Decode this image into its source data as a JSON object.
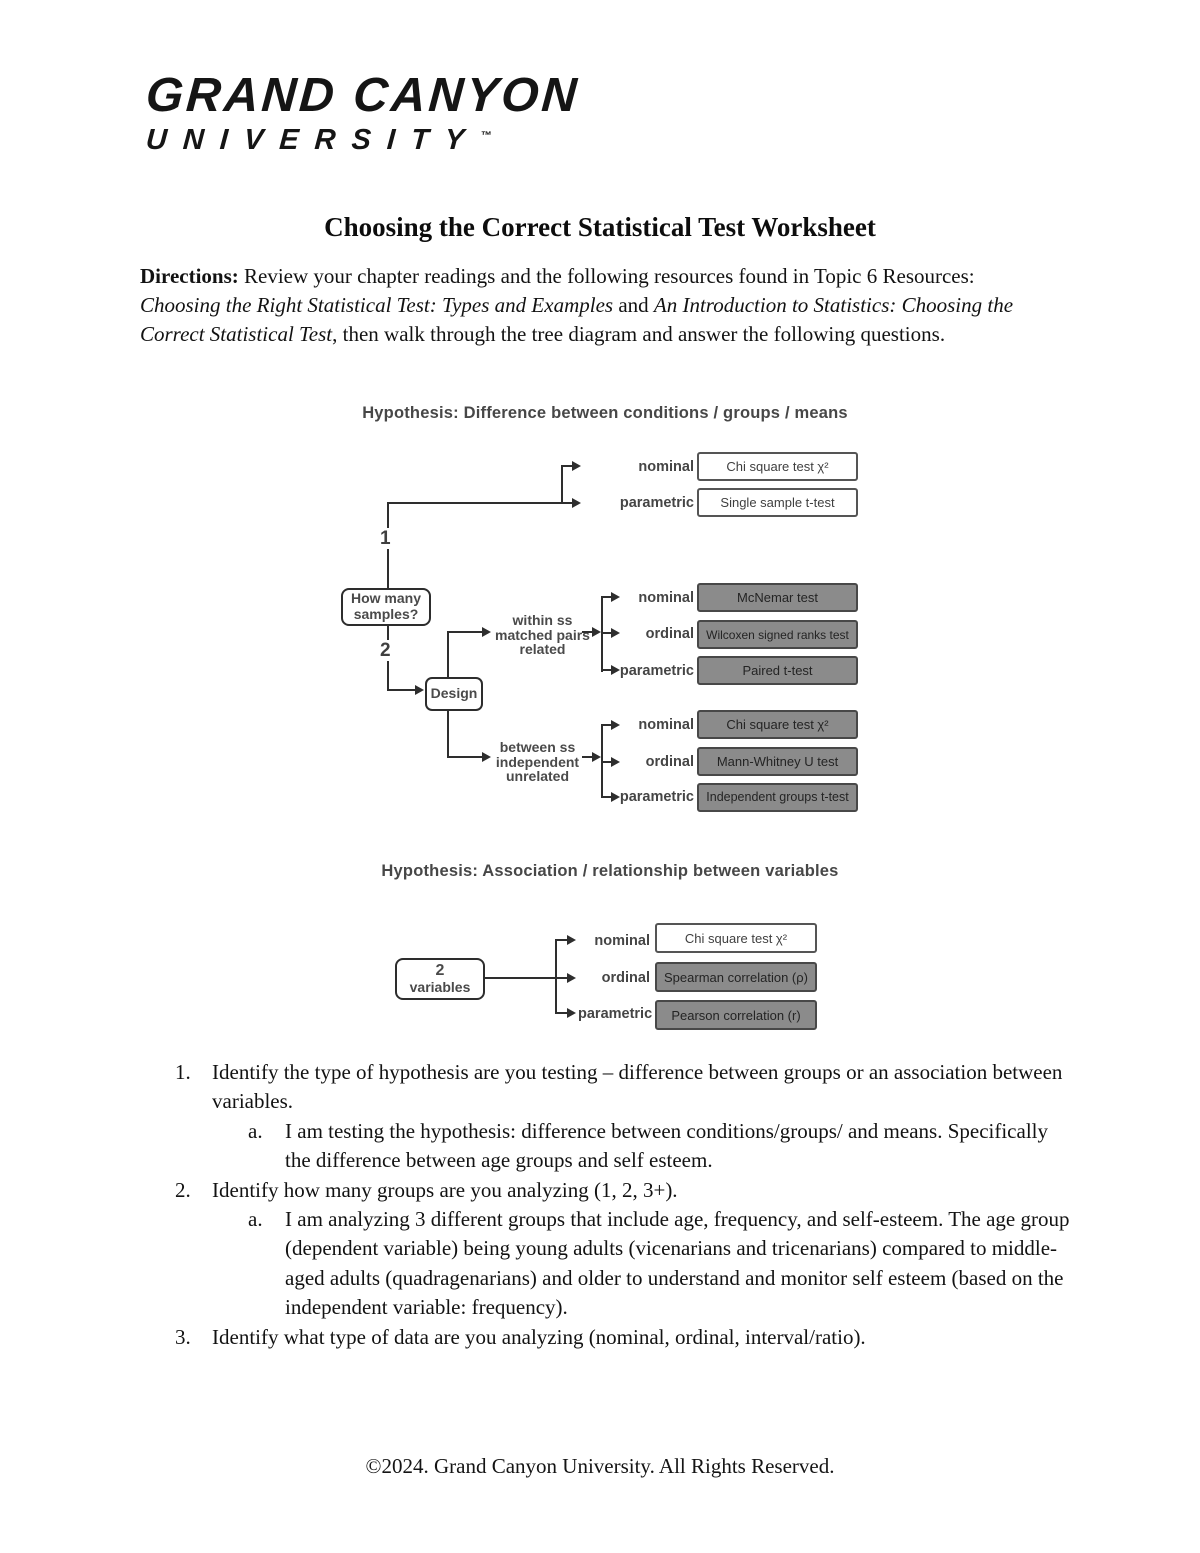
{
  "logo": {
    "line1": "GRAND CANYON",
    "line2": "UNIVERSITY",
    "tm": "™"
  },
  "title": "Choosing the Correct Statistical Test Worksheet",
  "directions": {
    "label": "Directions:",
    "part1": " Review your chapter readings and the following resources found in Topic 6 Resources: ",
    "italic1": "Choosing the Right Statistical Test: Types and Examples",
    "part2": " and ",
    "italic2": "An Introduction to Statistics: Choosing the Correct Statistical Test",
    "part3": ", then walk through the tree diagram and answer the following questions."
  },
  "diagram1": {
    "title": "Hypothesis: Difference between conditions / groups / means",
    "branch1_label": "1",
    "branch2_label": "2",
    "root": {
      "line1": "How many",
      "line2": "samples?"
    },
    "design_label": "Design",
    "one": {
      "rows": [
        {
          "label": "nominal",
          "test": "Chi square test χ²"
        },
        {
          "label": "parametric",
          "test": "Single sample t-test"
        }
      ]
    },
    "within": {
      "lines": [
        "within ss",
        "matched pairs",
        "related"
      ],
      "rows": [
        {
          "label": "nominal",
          "test": "McNemar test"
        },
        {
          "label": "ordinal",
          "test": "Wilcoxen signed ranks test"
        },
        {
          "label": "parametric",
          "test": "Paired t-test"
        }
      ]
    },
    "between": {
      "lines": [
        "between ss",
        "independent",
        "unrelated"
      ],
      "rows": [
        {
          "label": "nominal",
          "test": "Chi square test χ²"
        },
        {
          "label": "ordinal",
          "test": "Mann-Whitney U test"
        },
        {
          "label": "parametric",
          "test": "Independent groups t-test"
        }
      ]
    }
  },
  "diagram2": {
    "title": "Hypothesis: Association / relationship between variables",
    "root": {
      "line1": "2",
      "line2": "variables"
    },
    "rows": [
      {
        "label": "nominal",
        "test": "Chi square test χ²"
      },
      {
        "label": "ordinal",
        "test": "Spearman correlation (ρ)"
      },
      {
        "label": "parametric",
        "test": "Pearson correlation (r)"
      }
    ]
  },
  "questions": [
    {
      "num": "1.",
      "text": "Identify the type of hypothesis are you testing – difference between groups or an association between variables.",
      "sub": [
        {
          "num": "a.",
          "text": "I am testing the hypothesis: difference between conditions/groups/ and means. Specifically the difference between age groups and self esteem."
        }
      ]
    },
    {
      "num": "2.",
      "text": "Identify how many groups are you analyzing (1, 2, 3+).",
      "sub": [
        {
          "num": "a.",
          "text": "I am analyzing 3 different groups that include age, frequency, and self-esteem. The age group (dependent variable) being young adults (vicenarians and tricenarians) compared to middle-aged adults (quadragenarians) and older to understand and monitor self esteem (based on the independent variable: frequency)."
        }
      ]
    },
    {
      "num": "3.",
      "text": "Identify what type of data are you analyzing (nominal, ordinal, interval/ratio).",
      "sub": []
    }
  ],
  "footer": "©2024. Grand Canyon University. All Rights Reserved."
}
